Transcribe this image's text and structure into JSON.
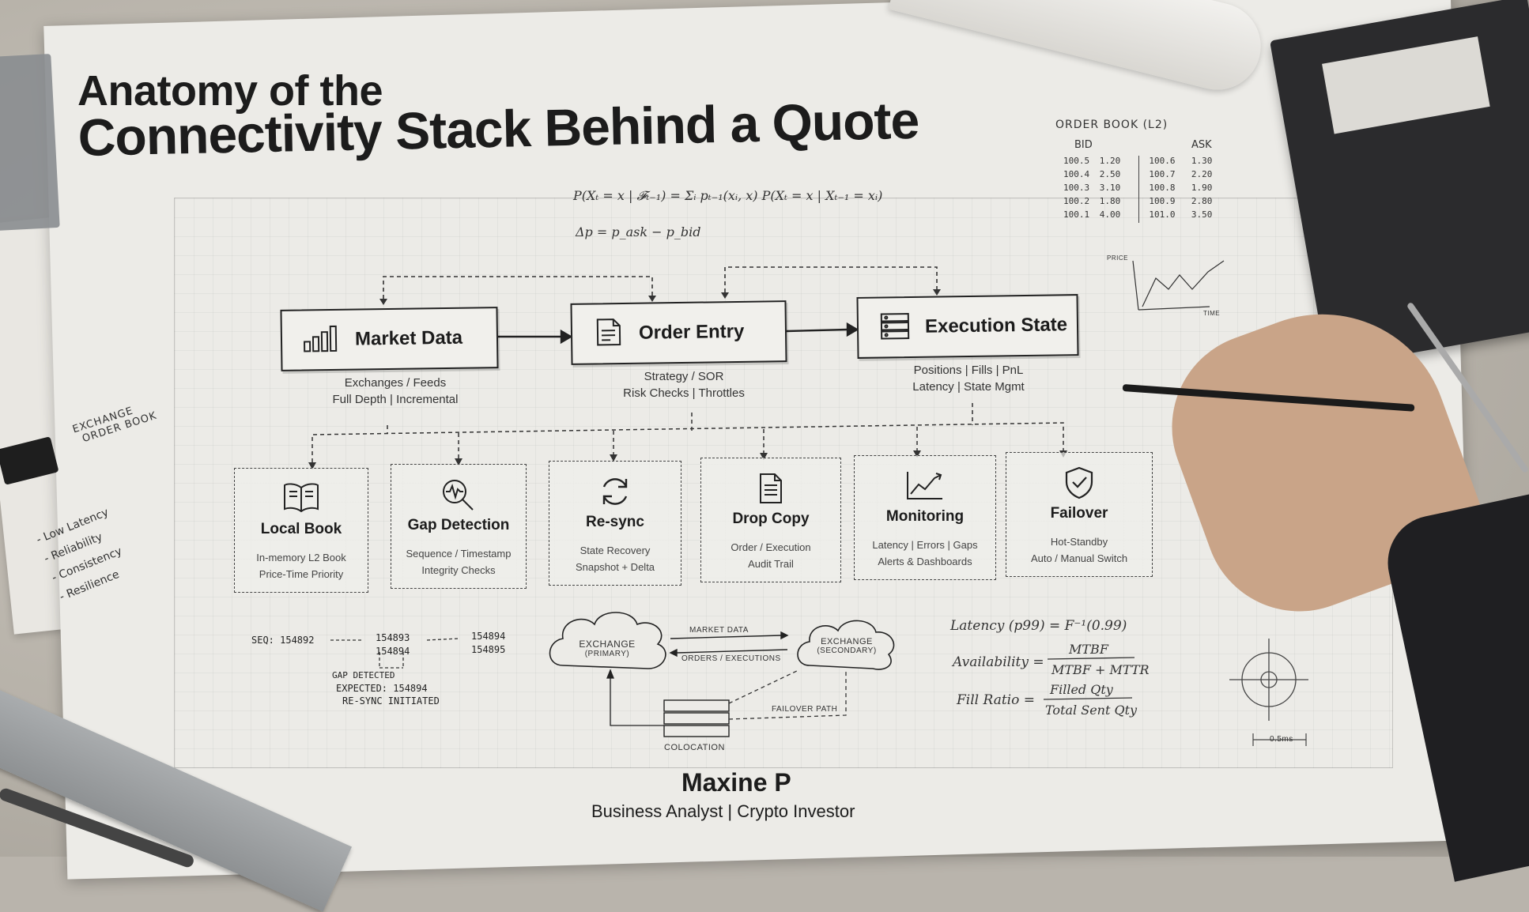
{
  "title": {
    "line1": "Anatomy of the",
    "line2": "Connectivity Stack Behind a Quote"
  },
  "formulas": {
    "markov": "P(Xₜ = x | 𝓕ₜ₋₁) = Σᵢ pₜ₋₁(xᵢ, x) P(Xₜ = x | Xₜ₋₁ = xᵢ)",
    "spread": "Δp = p_ask − p_bid",
    "latency": "Latency (p99) = F⁻¹(0.99)",
    "availability_label": "Availability =",
    "availability_num": "MTBF",
    "availability_den": "MTBF + MTTR",
    "fill_label": "Fill Ratio =",
    "fill_num": "Filled Qty",
    "fill_den": "Total Sent Qty"
  },
  "order_book": {
    "title": "ORDER BOOK (L2)",
    "bid_header": "BID",
    "ask_header": "ASK",
    "rows": [
      {
        "bid": "100.5",
        "bid_qty": "1.20",
        "ask": "100.6",
        "ask_qty": "1.30"
      },
      {
        "bid": "100.4",
        "bid_qty": "2.50",
        "ask": "100.7",
        "ask_qty": "2.20"
      },
      {
        "bid": "100.3",
        "bid_qty": "3.10",
        "ask": "100.8",
        "ask_qty": "1.90"
      },
      {
        "bid": "100.2",
        "bid_qty": "1.80",
        "ask": "100.9",
        "ask_qty": "2.80"
      },
      {
        "bid": "100.1",
        "bid_qty": "4.00",
        "ask": "101.0",
        "ask_qty": "3.50"
      }
    ]
  },
  "mini_chart": {
    "y_label": "PRICE",
    "x_label": "TIME"
  },
  "main_boxes": [
    {
      "label": "Market Data",
      "icon": "bar-chart-icon",
      "sub1": "Exchanges / Feeds",
      "sub2": "Full Depth  |  Incremental"
    },
    {
      "label": "Order Entry",
      "icon": "document-icon",
      "sub1": "Strategy / SOR",
      "sub2": "Risk Checks  |  Throttles"
    },
    {
      "label": "Execution State",
      "icon": "server-icon",
      "sub1": "Positions  |  Fills  |  PnL",
      "sub2": "Latency  |  State Mgmt"
    }
  ],
  "cards": [
    {
      "title": "Local Book",
      "icon": "open-book-icon",
      "d1": "In-memory L2 Book",
      "d2": "Price-Time Priority"
    },
    {
      "title": "Gap Detection",
      "icon": "magnifier-pulse-icon",
      "d1": "Sequence / Timestamp",
      "d2": "Integrity Checks"
    },
    {
      "title": "Re-sync",
      "icon": "refresh-icon",
      "d1": "State Recovery",
      "d2": "Snapshot + Delta"
    },
    {
      "title": "Drop Copy",
      "icon": "document-copy-icon",
      "d1": "Order / Execution",
      "d2": "Audit Trail"
    },
    {
      "title": "Monitoring",
      "icon": "line-chart-icon",
      "d1": "Latency | Errors | Gaps",
      "d2": "Alerts & Dashboards"
    },
    {
      "title": "Failover",
      "icon": "shield-check-icon",
      "d1": "Hot-Standby",
      "d2": "Auto / Manual Switch"
    }
  ],
  "sequence": {
    "seq": "SEQ: 154892",
    "a1": "154893",
    "a2": "154894",
    "b1": "154894",
    "b2": "154895",
    "gap": "GAP DETECTED",
    "expected": "EXPECTED: 154894",
    "resync": "RE-SYNC INITIATED"
  },
  "network": {
    "primary": "EXCHANGE",
    "primary_sub": "(PRIMARY)",
    "secondary": "EXCHANGE",
    "secondary_sub": "(SECONDARY)",
    "market_data": "MARKET DATA",
    "orders": "ORDERS / EXECUTIONS",
    "failover": "FAILOVER PATH",
    "colo": "COLOCATION"
  },
  "side_notes": {
    "exchange": "EXCHANGE",
    "order_book": "ORDER BOOK",
    "list": [
      "- Low Latency",
      "- Reliability",
      "- Consistency",
      "- Resilience"
    ]
  },
  "scale": "0.5ms",
  "author": {
    "name": "Maxine P",
    "role": "Business Analyst | Crypto Investor"
  },
  "colors": {
    "ink": "#1c1c1c",
    "paper": "#ecebe7",
    "desk": "#b9b4ac"
  }
}
